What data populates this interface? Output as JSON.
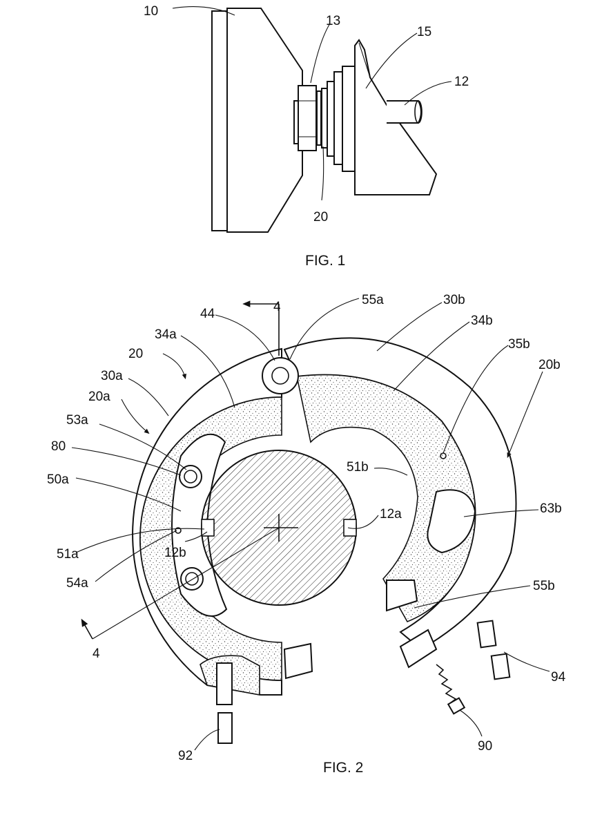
{
  "fig1": {
    "caption": "FIG. 1",
    "labels": {
      "l10": "10",
      "l13": "13",
      "l15": "15",
      "l12": "12",
      "l20": "20"
    }
  },
  "fig2": {
    "caption": "FIG. 2",
    "labels": {
      "l4top": "4",
      "l44": "44",
      "l55a": "55a",
      "l30b": "30b",
      "l34b": "34b",
      "l34a": "34a",
      "l35b": "35b",
      "l20": "20",
      "l20b": "20b",
      "l30a": "30a",
      "l20a": "20a",
      "l53a": "53a",
      "l80": "80",
      "l50a": "50a",
      "l51b": "51b",
      "l12a": "12a",
      "l63b": "63b",
      "l51a": "51a",
      "l12b": "12b",
      "l54a": "54a",
      "l55b": "55b",
      "l4bot": "4",
      "l94": "94",
      "l92": "92",
      "l90": "90"
    }
  }
}
